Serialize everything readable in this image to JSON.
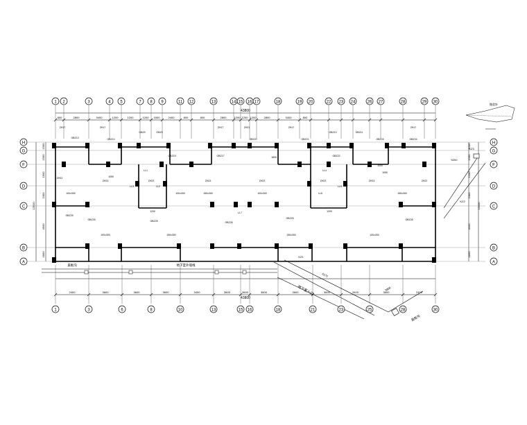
{
  "drawing": {
    "top_axes": [
      "1",
      "2",
      "3",
      "4",
      "5",
      "7",
      "8",
      "9",
      "11",
      "12",
      "13",
      "14",
      "15",
      "16",
      "17",
      "18",
      "19",
      "20",
      "22",
      "23",
      "24",
      "26",
      "27",
      "28",
      "29",
      "30"
    ],
    "bottom_axes": [
      "1",
      "3",
      "6",
      "8",
      "10",
      "13",
      "15",
      "16",
      "18",
      "21",
      "23",
      "25",
      "28",
      "30"
    ],
    "left_axes": [
      "H",
      "G",
      "F",
      "D",
      "C",
      "B",
      "A"
    ],
    "right_axes": [
      "H",
      "G",
      "F",
      "D",
      "C",
      "B",
      "A"
    ],
    "overall_dim_top": "43800",
    "overall_dim_bottom": "43800",
    "top_dims": [
      "800",
      "2800",
      "3400",
      "1200",
      "1200",
      "1200",
      "1500",
      "2400",
      "800",
      "800",
      "2800",
      "1200",
      "1200",
      "1200",
      "2800",
      "3400",
      "800"
    ],
    "bottom_dims": [
      "2400",
      "3600",
      "3600",
      "3600",
      "3400",
      "3600",
      "3600",
      "3600",
      "3600",
      "3600",
      "3400",
      "3600",
      "2400"
    ],
    "left_dims": [
      "1500",
      "1500",
      "1500",
      "2400",
      "13500",
      "4500",
      "1800"
    ],
    "right_dims": [
      "1500",
      "1500",
      "1200",
      "2400",
      "13500",
      "4500",
      "1800"
    ],
    "column_labels": [
      "ZH17",
      "ZH21",
      "ZH22",
      "ZH23",
      "GBZ9",
      "GBZ10",
      "GBZ11",
      "GBZ13",
      "GBZ14",
      "GBZ15",
      "GBZ17",
      "GBZ20",
      "GBZ21",
      "GBZ22",
      "GBZ23",
      "GBZ24",
      "GBZ25",
      "GBZ26"
    ],
    "beam_labels": [
      "LL1",
      "LL2",
      "LL3",
      "LL4",
      "LL5",
      "LL6",
      "LL7"
    ],
    "misc_labels": [
      "100x300",
      "150x300",
      "1800",
      "1200",
      "1000",
      "1050"
    ],
    "ramp_label": "地下室入口",
    "ramp_dims": [
      "6175",
      "3800",
      "5200"
    ],
    "kz_labels": [
      "KZ1",
      "KZ2",
      "KZ3"
    ],
    "annotation_left": "盖板沟",
    "annotation_bottom": "地下室外墙线",
    "annotation_right": "盖板沟",
    "north_label": "指北针"
  }
}
